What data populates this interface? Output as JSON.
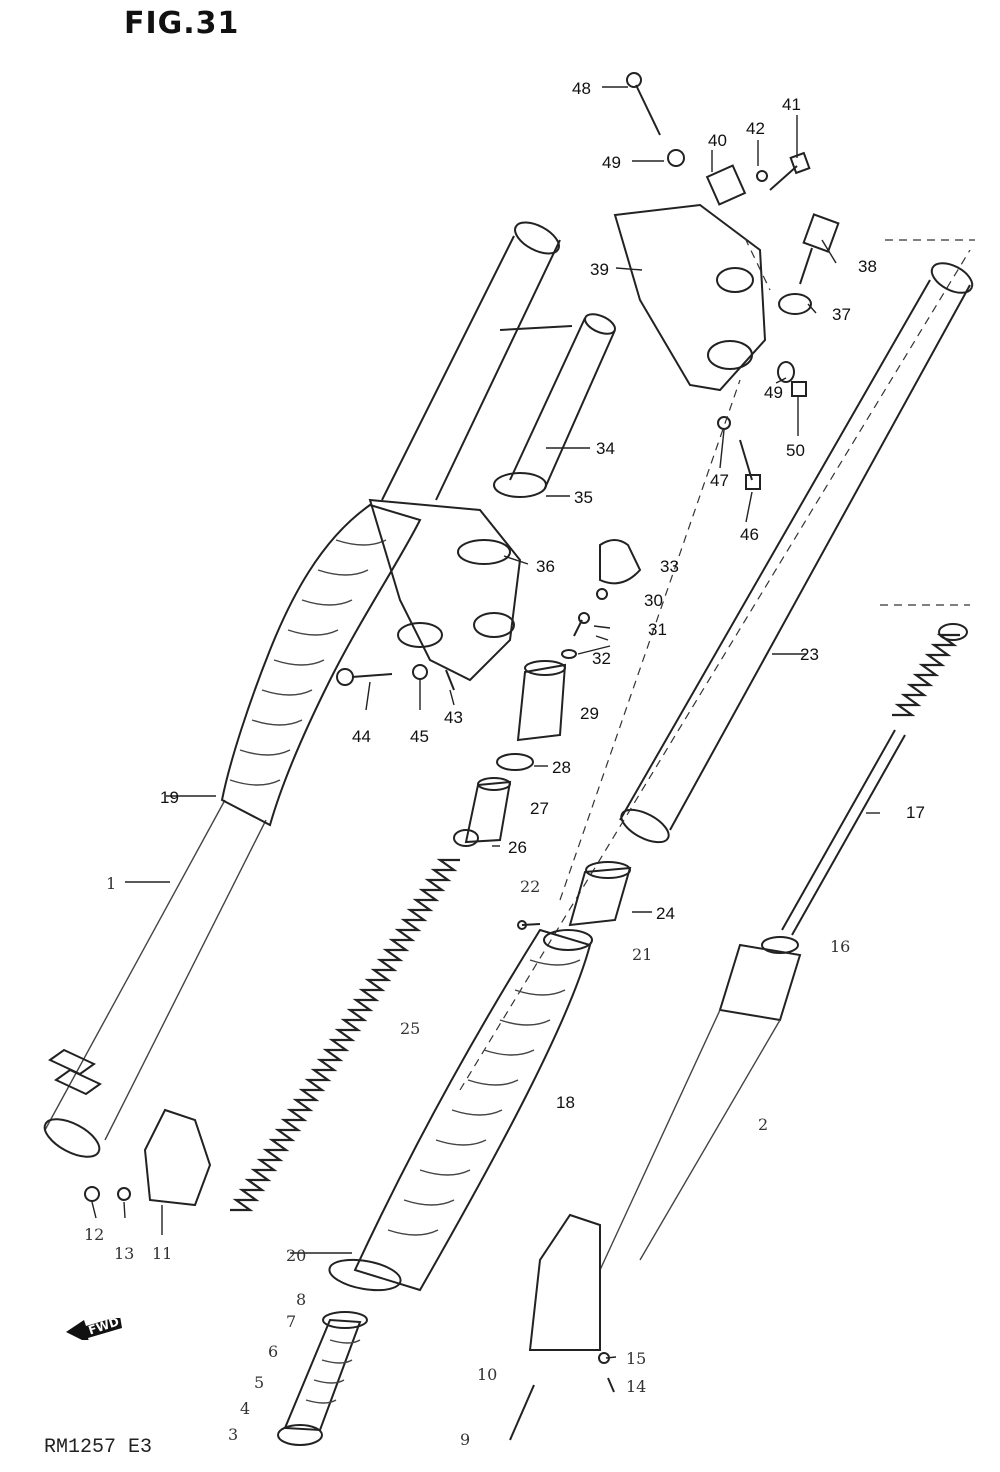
{
  "title": "FIG.31",
  "footer_code": "RM1257 E3",
  "forward_badge": "FWD",
  "labels": [
    {
      "n": "1"
    },
    {
      "n": "2"
    },
    {
      "n": "3"
    },
    {
      "n": "4"
    },
    {
      "n": "5"
    },
    {
      "n": "6"
    },
    {
      "n": "7"
    },
    {
      "n": "8"
    },
    {
      "n": "9"
    },
    {
      "n": "10"
    },
    {
      "n": "11"
    },
    {
      "n": "12"
    },
    {
      "n": "13"
    },
    {
      "n": "14"
    },
    {
      "n": "15"
    },
    {
      "n": "16"
    },
    {
      "n": "17"
    },
    {
      "n": "18"
    },
    {
      "n": "19"
    },
    {
      "n": "20"
    },
    {
      "n": "21"
    },
    {
      "n": "22"
    },
    {
      "n": "23"
    },
    {
      "n": "24"
    },
    {
      "n": "25"
    },
    {
      "n": "26"
    },
    {
      "n": "27"
    },
    {
      "n": "28"
    },
    {
      "n": "29"
    },
    {
      "n": "30"
    },
    {
      "n": "31"
    },
    {
      "n": "32"
    },
    {
      "n": "33"
    },
    {
      "n": "34"
    },
    {
      "n": "35"
    },
    {
      "n": "36"
    },
    {
      "n": "37"
    },
    {
      "n": "38"
    },
    {
      "n": "39"
    },
    {
      "n": "40"
    },
    {
      "n": "41"
    },
    {
      "n": "42"
    },
    {
      "n": "43"
    },
    {
      "n": "44"
    },
    {
      "n": "45"
    },
    {
      "n": "46"
    },
    {
      "n": "47"
    },
    {
      "n": "48"
    },
    {
      "n": "49"
    },
    {
      "n": "49"
    },
    {
      "n": "50"
    }
  ]
}
